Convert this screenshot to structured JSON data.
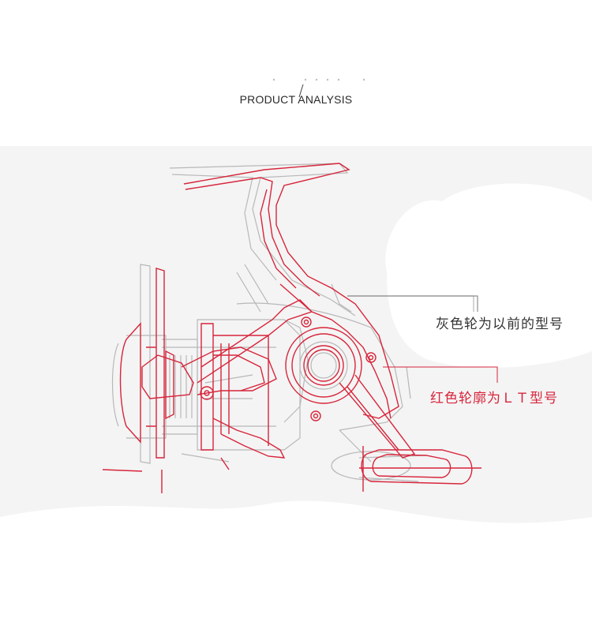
{
  "header": {
    "title": "PRODUCT ANALYSIS"
  },
  "annotations": {
    "previous_model": "灰色轮为以前的型号",
    "lt_model": "红色轮廓为ＬＴ型号"
  },
  "colors": {
    "accent_red": "#d7253b",
    "outline_gray": "#b9b9b9",
    "canvas_bg": "#f4f4f4"
  }
}
